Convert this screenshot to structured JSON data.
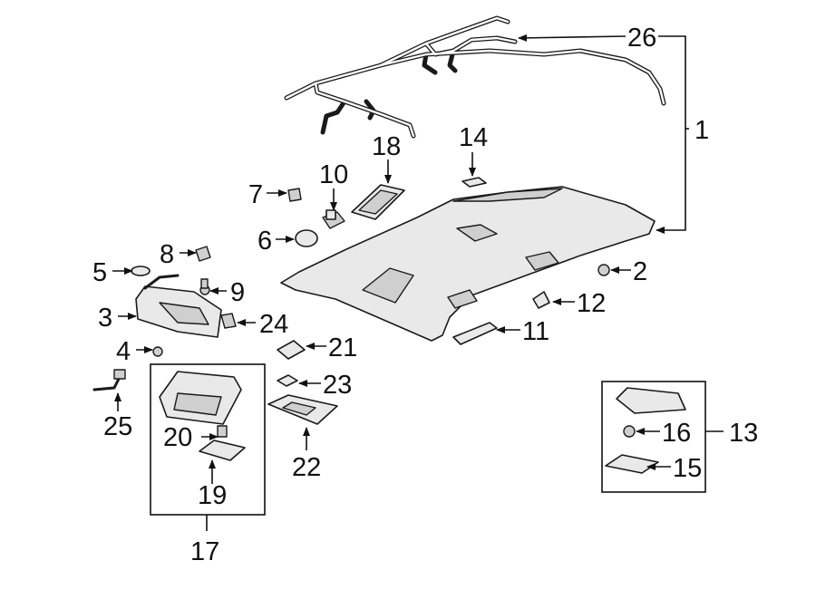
{
  "diagram": {
    "background": "#ffffff",
    "line_color": "#111111",
    "part_fill": "#e9e9e9",
    "callouts": {
      "c1": "1",
      "c2": "2",
      "c3": "3",
      "c4": "4",
      "c5": "5",
      "c6": "6",
      "c7": "7",
      "c8": "8",
      "c9": "9",
      "c10": "10",
      "c11": "11",
      "c12": "12",
      "c13": "13",
      "c14": "14",
      "c15": "15",
      "c16": "16",
      "c17": "17",
      "c18": "18",
      "c19": "19",
      "c20": "20",
      "c21": "21",
      "c22": "22",
      "c23": "23",
      "c24": "24",
      "c25": "25",
      "c26": "26"
    }
  }
}
